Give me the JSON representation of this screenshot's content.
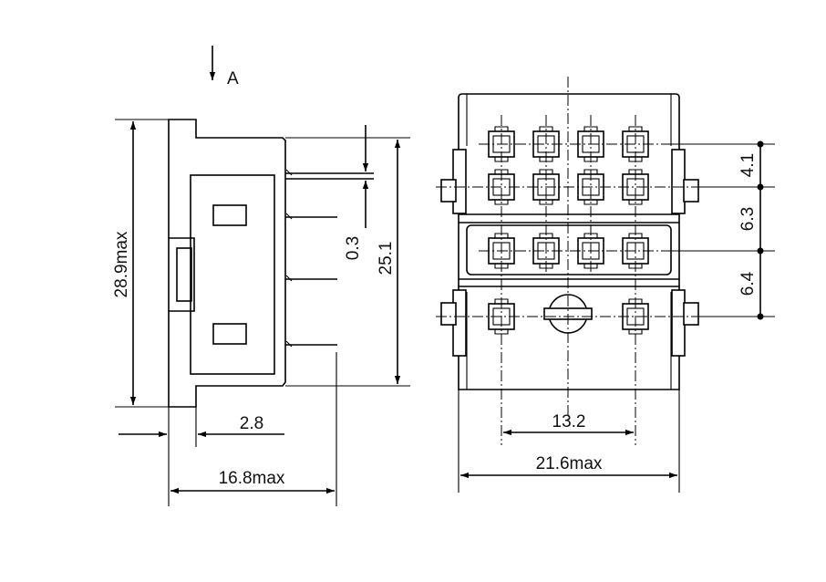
{
  "view_label": "A",
  "dimensions": {
    "overall_height": "28.9max",
    "body_height": "25.1",
    "pin_offset": "0.3",
    "flange_depth": "2.8",
    "overall_depth": "16.8max",
    "pin_spacing_13_2": "13.2",
    "overall_width": "21.6max",
    "row_pitch_1": "4.1",
    "row_pitch_2": "6.3",
    "row_pitch_3": "6.4"
  }
}
